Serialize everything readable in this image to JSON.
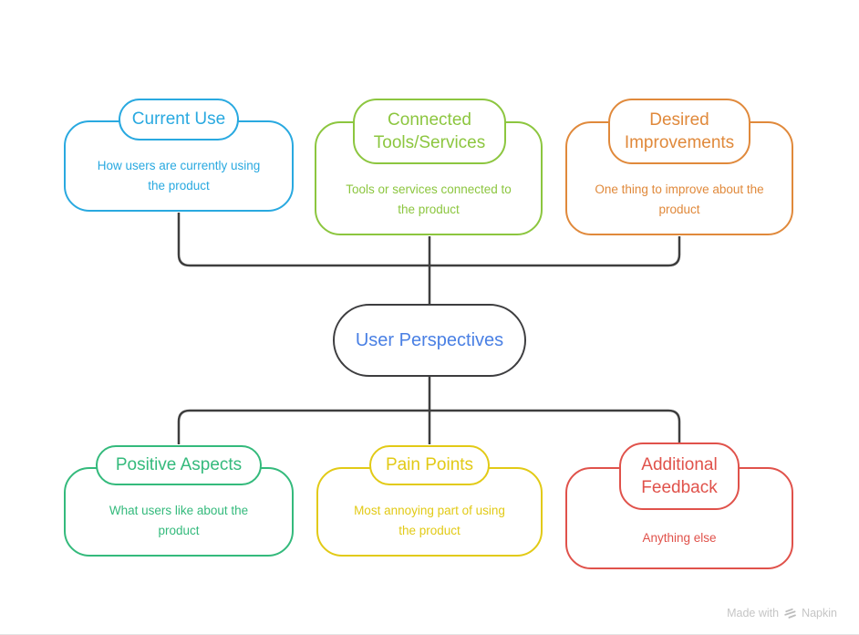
{
  "center_node": {
    "label": "User Perspectives",
    "border_color": "#3d3d3f",
    "text_color": "#4a80e4"
  },
  "connectors": {
    "color": "#3e3e3e"
  },
  "nodes": [
    {
      "title": "Current Use",
      "body": "How users are currently using the product",
      "color": "#29a9e0"
    },
    {
      "title": "Connected Tools/Services",
      "body": "Tools or services connected to the product",
      "color": "#8cc63f"
    },
    {
      "title": "Desired Improvements",
      "body": "One thing to improve about the product",
      "color": "#e0893b"
    },
    {
      "title": "Positive Aspects",
      "body": "What users like about the product",
      "color": "#34ba7c"
    },
    {
      "title": "Pain Points",
      "body": "Most annoying part of using the product",
      "color": "#e2ca16"
    },
    {
      "title": "Additional Feedback",
      "body": "Anything else",
      "color": "#e0524b"
    }
  ],
  "watermark": {
    "made_with": "Made with",
    "brand": "Napkin",
    "color": "#c5c5c5"
  }
}
